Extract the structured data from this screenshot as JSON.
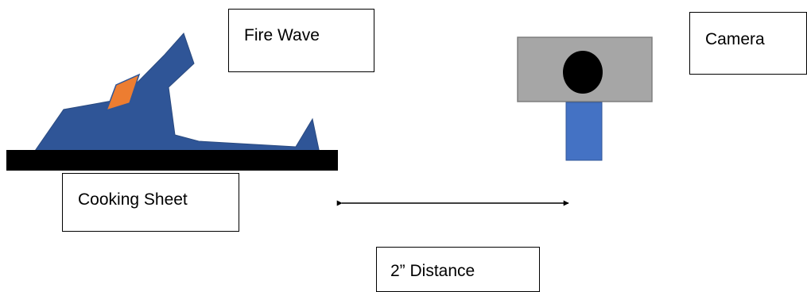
{
  "labels": {
    "fire_wave": "Fire Wave",
    "camera": "Camera",
    "cooking_sheet": "Cooking Sheet",
    "distance": "2” Distance"
  },
  "colors": {
    "fire_wave_fill": "#2f5597",
    "fire_wave_stroke": "#2b4b80",
    "flame_core_fill": "#ed7d31",
    "flame_core_stroke": "#2f5597",
    "cooking_sheet": "#000000",
    "camera_body": "#a6a6a6",
    "camera_body_stroke": "#7f7f7f",
    "camera_lens": "#000000",
    "camera_stand": "#4472c4",
    "camera_stand_stroke": "#2f5597",
    "arrow": "#000000",
    "label_border": "#000000"
  }
}
